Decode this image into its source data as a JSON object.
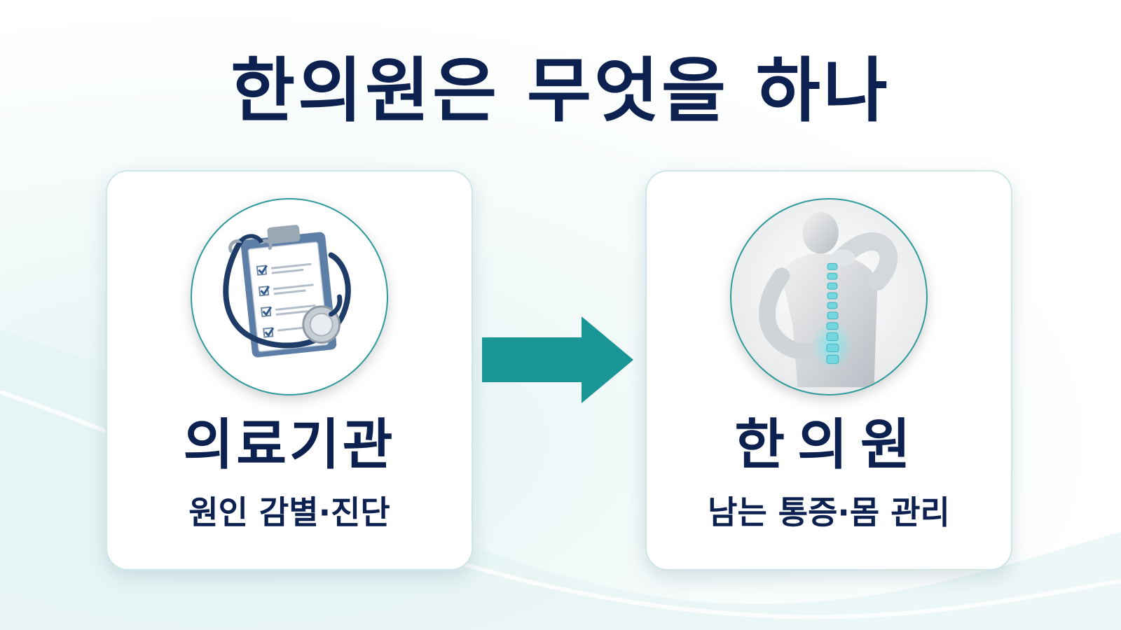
{
  "title": "한의원은 무엇을 하나",
  "colors": {
    "navy": "#0d2150",
    "teal": "#1a9696",
    "card_border": "#cfe6e6"
  },
  "left_card": {
    "heading": "의료기관",
    "subtitle": "원인 감별·진단",
    "icon": "clipboard-stethoscope-icon"
  },
  "right_card": {
    "heading": "한의원",
    "subtitle": "남는 통증·몸 관리",
    "icon": "back-pain-spine-icon"
  },
  "connector": {
    "icon": "arrow-right-icon"
  }
}
